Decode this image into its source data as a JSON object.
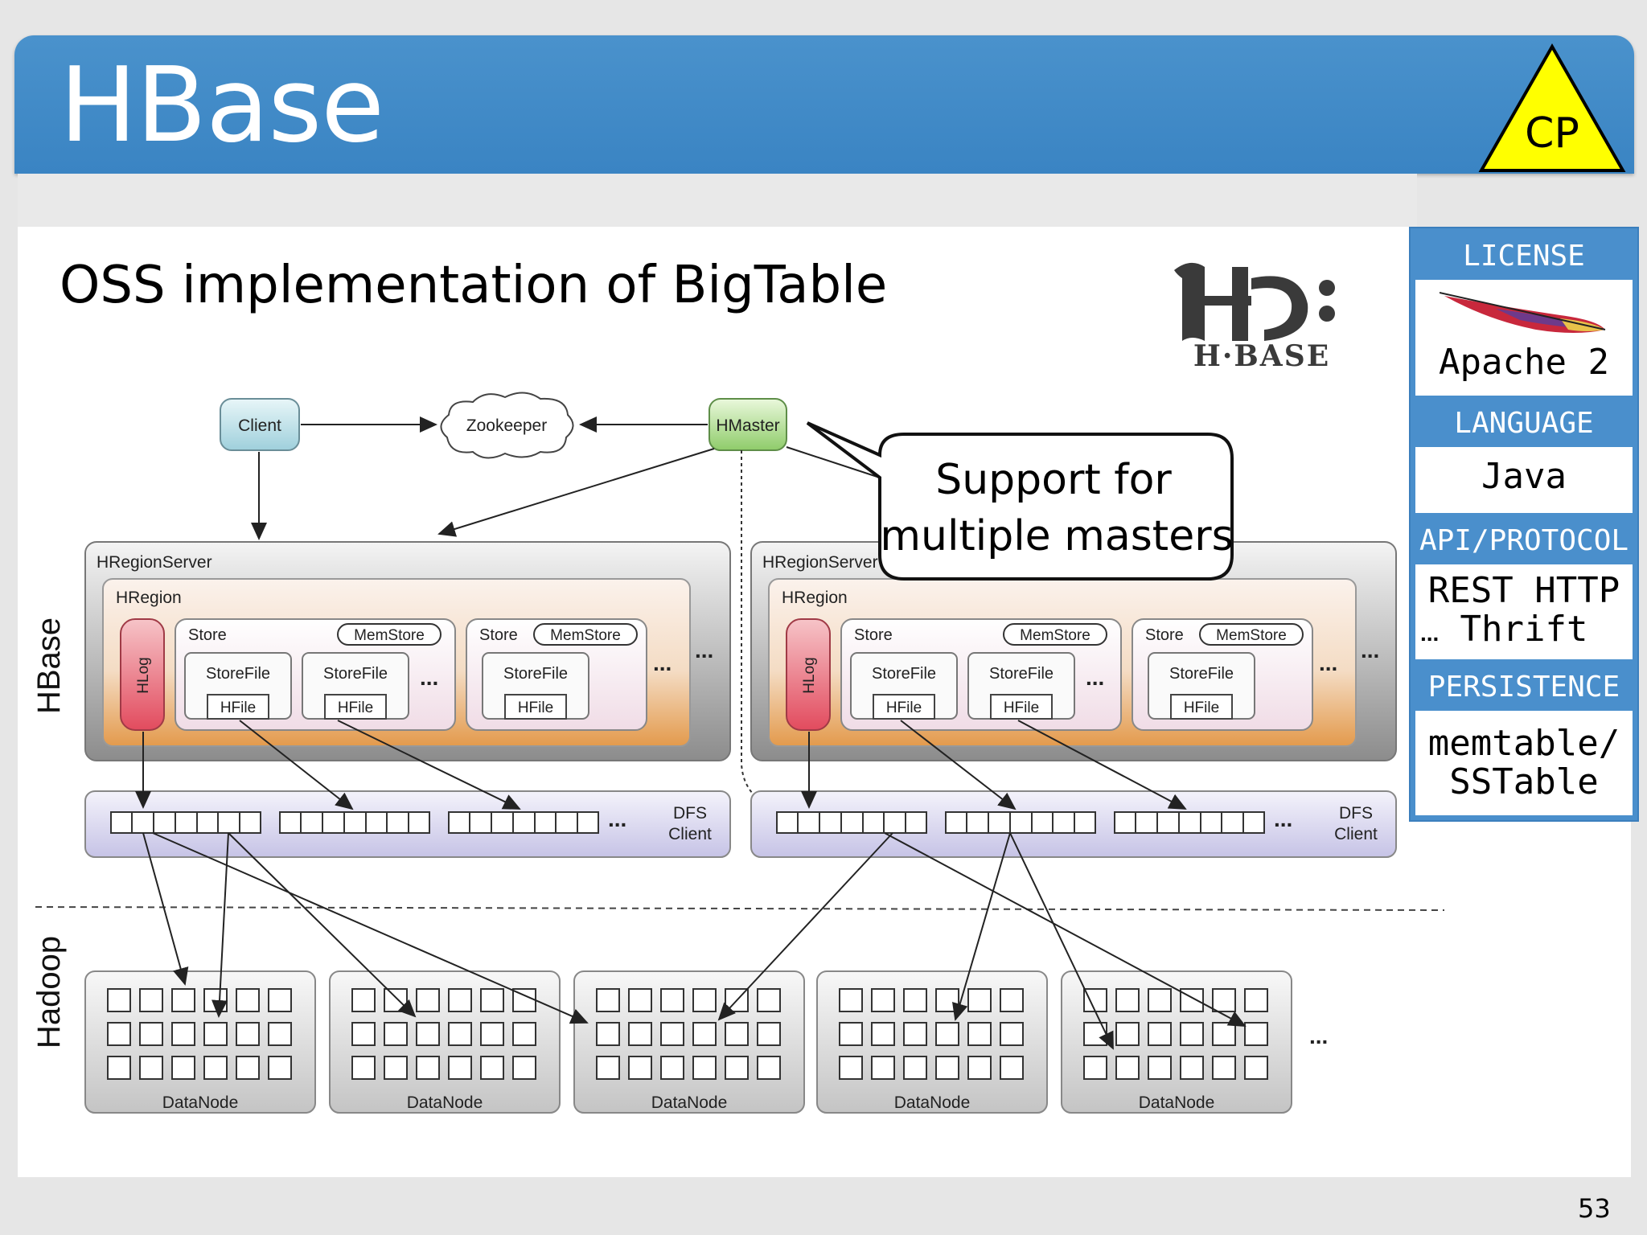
{
  "slide": {
    "title": "HBase",
    "subtitle": "OSS implementation of BigTable",
    "cap_badge": "CP",
    "logo_text": "H·BASE",
    "page_number": "53"
  },
  "callout": {
    "line1": "Support for",
    "line2": "multiple masters"
  },
  "sidebar": {
    "license_heading": "LICENSE",
    "license_value": "Apache 2",
    "language_heading": "LANGUAGE",
    "language_value": "Java",
    "api_heading": "API/PROTOCOL",
    "api_line1": "REST HTTP",
    "api_line2": "Thrift",
    "api_more": "...",
    "persistence_heading": "PERSISTENCE",
    "persistence_line1": "memtable/",
    "persistence_line2": "SSTable"
  },
  "diagram": {
    "client": "Client",
    "zookeeper": "Zookeeper",
    "hmaster": "HMaster",
    "hregionserver": "HRegionServer",
    "hregion": "HRegion",
    "hlog": "HLog",
    "store": "Store",
    "memstore": "MemStore",
    "storefile": "StoreFile",
    "hfile": "HFile",
    "dfs_client_1": "DFS",
    "dfs_client_2": "Client",
    "datanode": "DataNode",
    "ellipsis": "...",
    "hbase_label": "HBase",
    "hadoop_label": "Hadoop"
  },
  "colors": {
    "header_blue": "#3f88c7",
    "badge_yellow": "#ffff00",
    "client_cyan": "#a9d6e0",
    "hmaster_green": "#9dd27e",
    "hlog_red": "#e35a6a",
    "hregion_orange": "#e8a25a",
    "dfs_lavender": "#cfcdea"
  }
}
